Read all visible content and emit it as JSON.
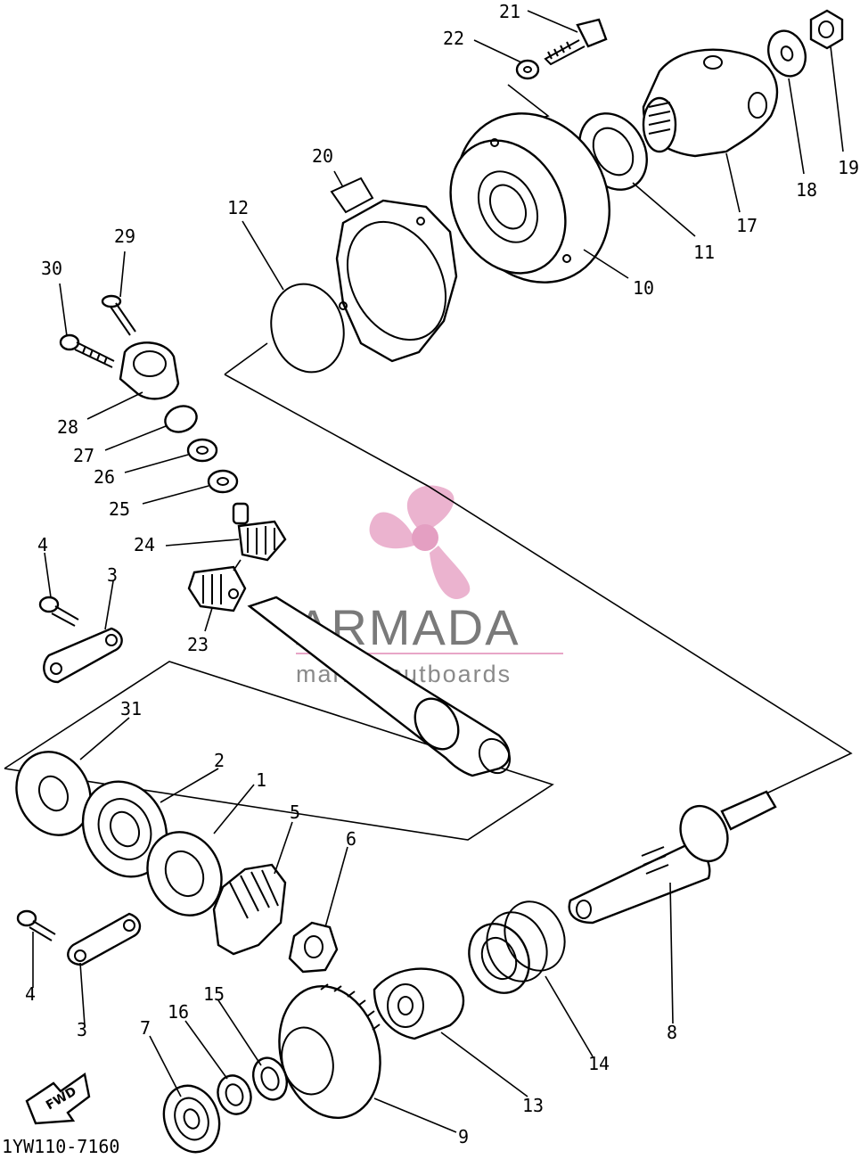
{
  "diagram_code": "1YW110-7160",
  "direction_arrow": "FWD",
  "watermark": {
    "brand": "ARMADA",
    "tagline": "marine outboards",
    "logo_color": "#e8a6c7"
  },
  "callouts": {
    "c1": "1",
    "c2": "2",
    "c3a": "3",
    "c3b": "3",
    "c4a": "4",
    "c4b": "4",
    "c5": "5",
    "c6": "6",
    "c7": "7",
    "c8": "8",
    "c9": "9",
    "c10": "10",
    "c11": "11",
    "c12": "12",
    "c13": "13",
    "c14": "14",
    "c15": "15",
    "c16": "16",
    "c17": "17",
    "c18": "18",
    "c19": "19",
    "c20": "20",
    "c21": "21",
    "c22": "22",
    "c23": "23",
    "c24": "24",
    "c25": "25",
    "c26": "26",
    "c27": "27",
    "c28": "28",
    "c29": "29",
    "c30": "30",
    "c31": "31"
  }
}
